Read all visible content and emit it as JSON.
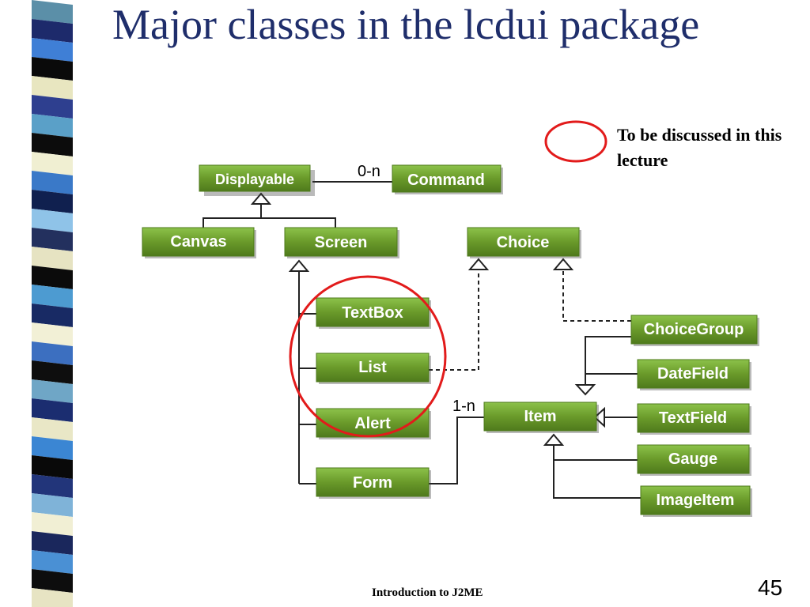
{
  "slide": {
    "title": "Major classes in the lcdui package",
    "legend": "To be discussed in this lecture",
    "footer": "Introduction to J2ME",
    "page_number": "45"
  },
  "colors": {
    "title": "#1f2e6b",
    "box_fill": "#6a9a2a",
    "box_border": "#5c8a24",
    "highlight": "#e21b1b"
  },
  "classes": {
    "displayable": "Displayable",
    "command": "Command",
    "canvas": "Canvas",
    "screen": "Screen",
    "choice": "Choice",
    "textbox": "TextBox",
    "list": "List",
    "alert": "Alert",
    "form": "Form",
    "item": "Item",
    "choicegroup": "ChoiceGroup",
    "datefield": "DateField",
    "textfield": "TextField",
    "gauge": "Gauge",
    "imageitem": "ImageItem"
  },
  "multiplicities": {
    "displayable_command": "0-n",
    "form_item": "1-n"
  }
}
